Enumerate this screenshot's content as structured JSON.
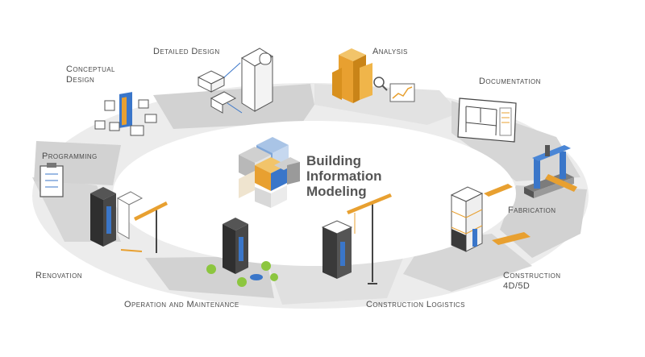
{
  "center": {
    "line1": "Building",
    "line2": "Information",
    "line3": "Modeling"
  },
  "stages": {
    "conceptual_design": {
      "line1": "Conceptual",
      "line2": "Design"
    },
    "detailed_design": "Detailed Design",
    "analysis": "Analysis",
    "documentation": "Documentation",
    "fabrication": "Fabrication",
    "construction": {
      "line1": "Construction",
      "line2": "4D/5D"
    },
    "construction_logistics": "Construction Logistics",
    "operation_maintenance": "Operation and Maintenance",
    "renovation": "Renovation",
    "programming": "Programming"
  },
  "colors": {
    "ring_light": "#ececec",
    "ring_dark": "#d4d4d4",
    "accent_blue": "#3a76c9",
    "accent_orange": "#e8a030",
    "building_dark": "#3a3a3a",
    "text": "#4a4a4a"
  },
  "icons": {
    "center": "bim-cube-cluster-icon",
    "conceptual_design": "massing-blocks-icon",
    "detailed_design": "wireframe-tower-icon",
    "analysis": "orange-tower-with-magnifier-icon",
    "documentation": "floor-plan-sheet-icon",
    "fabrication": "fabrication-machine-icon",
    "construction": "tower-under-construction-icon",
    "construction_logistics": "tower-crane-icon",
    "operation_maintenance": "building-with-trees-icon",
    "renovation": "building-with-crane-icon",
    "programming": "clipboard-checklist-icon"
  }
}
